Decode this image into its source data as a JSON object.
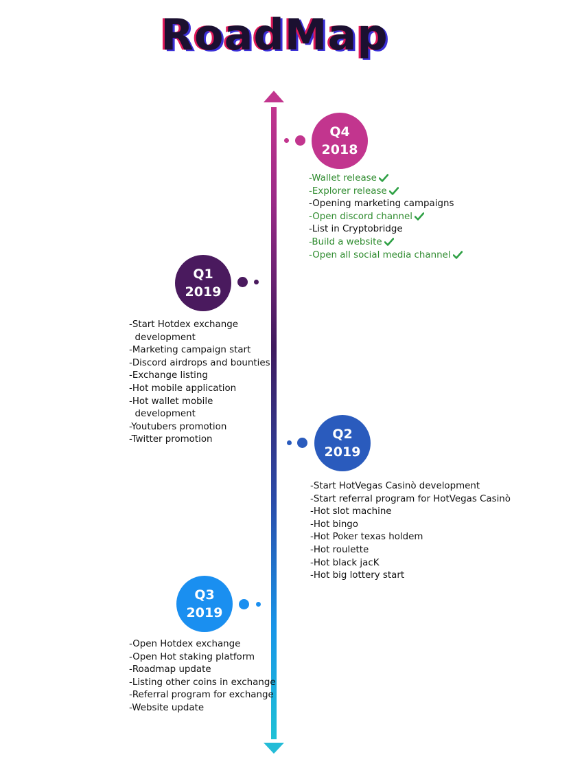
{
  "title": "RoadMap",
  "colors": {
    "q4": "#c2358e",
    "q1": "#4a1a5e",
    "q2": "#2a5bbd",
    "q3": "#1a8ff0",
    "done": "#2e8b2e",
    "check": "#2ea044"
  },
  "phases": {
    "q4": {
      "quarter": "Q4",
      "year": "2018",
      "items": [
        {
          "text": "-Wallet release",
          "done": true
        },
        {
          "text": "-Explorer release",
          "done": true
        },
        {
          "text": "-Opening marketing campaigns",
          "done": false
        },
        {
          "text": "-Open discord channel",
          "done": true
        },
        {
          "text": "-List in Cryptobridge",
          "done": false
        },
        {
          "text": "-Build a website",
          "done": true
        },
        {
          "text": "-Open all social media channel",
          "done": true
        }
      ]
    },
    "q1": {
      "quarter": "Q1",
      "year": "2019",
      "items": [
        {
          "text": "-Start Hotdex exchange",
          "done": false
        },
        {
          "text": "  development",
          "done": false
        },
        {
          "text": "-Marketing campaign start",
          "done": false
        },
        {
          "text": "-Discord airdrops and bounties",
          "done": false
        },
        {
          "text": "-Exchange listing",
          "done": false
        },
        {
          "text": "-Hot mobile application",
          "done": false
        },
        {
          "text": "-Hot wallet mobile",
          "done": false
        },
        {
          "text": "  development",
          "done": false
        },
        {
          "text": "-Youtubers promotion",
          "done": false
        },
        {
          "text": "-Twitter promotion",
          "done": false
        }
      ]
    },
    "q2": {
      "quarter": "Q2",
      "year": "2019",
      "items": [
        {
          "text": "-Start HotVegas Casinò development",
          "done": false
        },
        {
          "text": "-Start referral program for HotVegas Casinò",
          "done": false
        },
        {
          "text": "-Hot slot machine",
          "done": false
        },
        {
          "text": "-Hot bingo",
          "done": false
        },
        {
          "text": "-Hot Poker texas holdem",
          "done": false
        },
        {
          "text": "-Hot roulette",
          "done": false
        },
        {
          "text": "-Hot black jacK",
          "done": false
        },
        {
          "text": "-Hot big lottery start",
          "done": false
        }
      ]
    },
    "q3": {
      "quarter": "Q3",
      "year": "2019",
      "items": [
        {
          "text": "-Open Hotdex exchange",
          "done": false
        },
        {
          "text": "-Open Hot staking platform",
          "done": false
        },
        {
          "text": "-Roadmap update",
          "done": false
        },
        {
          "text": "-Listing other coins in exchange",
          "done": false
        },
        {
          "text": "-Referral program for exchange",
          "done": false
        },
        {
          "text": "-Website update",
          "done": false
        }
      ]
    }
  }
}
